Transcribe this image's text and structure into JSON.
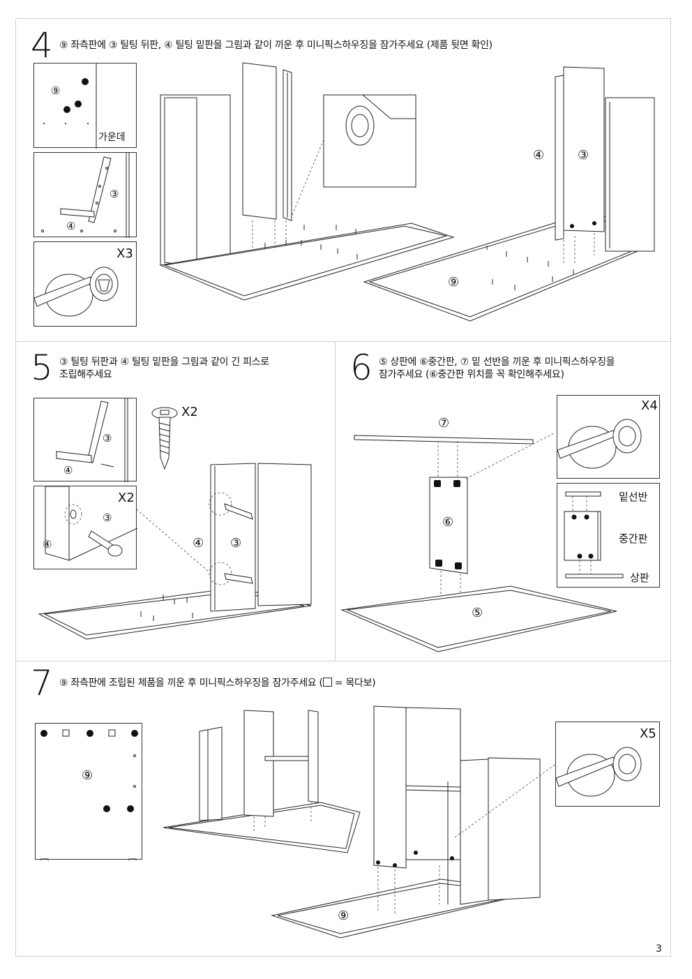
{
  "step4": {
    "number": "4",
    "instruction": "⑨ 좌측판에 ③ 틸팅 뒤판, ④ 틸팅 밑판을 그림과 같이 끼운 후 미니픽스하우징을 잠가주세요 (제품 뒷면 확인)",
    "label_9a": "⑨",
    "center_label": "가운데",
    "label_3a": "③",
    "label_4a": "④",
    "count": "X3",
    "label_4b": "④",
    "label_3b": "③",
    "label_9b": "⑨"
  },
  "step5": {
    "number": "5",
    "instruction_line1": "③ 틸팅 뒤판과 ④ 틸팅 밑판을 그림과 같이 긴 피스로",
    "instruction_line2": "조립해주세요",
    "screw_count": "X2",
    "label_3a": "③",
    "label_4a": "④",
    "count": "X2",
    "label_3b": "③",
    "label_4b": "④",
    "label_4c": "④",
    "label_3c": "③"
  },
  "step6": {
    "number": "6",
    "instruction_line1": "⑤ 상판에  ⑥중간판, ⑦ 밑 선반을 끼운 후 미니픽스하우징을",
    "instruction_line2": "잠가주세요 (⑥중간판 위치를 꼭 확인해주세요)",
    "label_7": "⑦",
    "label_6": "⑥",
    "label_5": "⑤",
    "count": "X4",
    "bottom_shelf": "밑선반",
    "middle_panel": "중간판",
    "top_panel": "상판"
  },
  "step7": {
    "number": "7",
    "instruction": "⑨ 좌측판에 조립된 제품을 끼운 후 미니픽스하우징을 잠가주세요 (",
    "instruction_end": " = 목다보)",
    "label_9a": "⑨",
    "count": "X5",
    "label_9b": "⑨"
  },
  "page_number": "3"
}
